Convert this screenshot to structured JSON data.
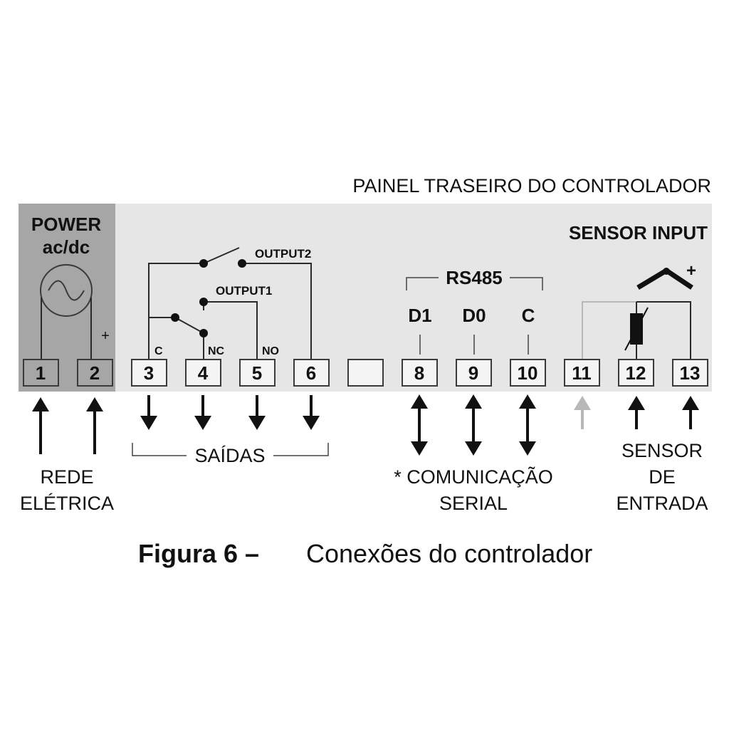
{
  "header": {
    "panel_title": "PAINEL TRASEIRO DO CONTROLADOR"
  },
  "power": {
    "line1": "POWER",
    "line2": "ac/dc",
    "plus": "+"
  },
  "sensor_input": {
    "title": "SENSOR INPUT",
    "plus": "+"
  },
  "outputs": {
    "output2": "OUTPUT2",
    "output1": "OUTPUT1",
    "c": "C",
    "nc": "NC",
    "no": "NO"
  },
  "rs485": {
    "title": "RS485",
    "d1": "D1",
    "d0": "D0",
    "c": "C"
  },
  "terminals": [
    "1",
    "2",
    "3",
    "4",
    "5",
    "6",
    "",
    "8",
    "9",
    "10",
    "11",
    "12",
    "13"
  ],
  "labels": {
    "saidas": "SAÍDAS",
    "rede_line1": "REDE",
    "rede_line2": "ELÉTRICA",
    "comm_line1": "* COMUNICAÇÃO",
    "comm_line2": "SERIAL",
    "sensor_line1": "SENSOR",
    "sensor_line2": "DE",
    "sensor_line3": "ENTRADA"
  },
  "caption": {
    "number": "Figura 6 –",
    "text": "Conexões do controlador"
  },
  "colors": {
    "panel": "#e6e6e6",
    "power_block": "#a6a6a6",
    "faded_arrow": "#b8b8b8"
  }
}
